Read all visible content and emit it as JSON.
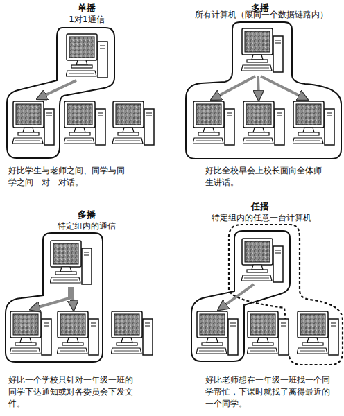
{
  "diagram": {
    "labels": [
      "单播",
      "1对1通信",
      "好比学生与老师之间、同学与同学之间一对一对话。",
      "多播",
      "所有计算机（限同一个数据链路内）",
      "好比全校早会上校长面向全体师生讲话。",
      "多播",
      "特定组内的通信",
      "好比一个学校只针对一年级一班的同学下达通知或对各委员会下发文件。",
      "任播",
      "特定组内的任意一台计算机",
      "好比老师想在一年级一班找一个同学帮忙，下课时就找了离得最近的一个同学。"
    ]
  }
}
